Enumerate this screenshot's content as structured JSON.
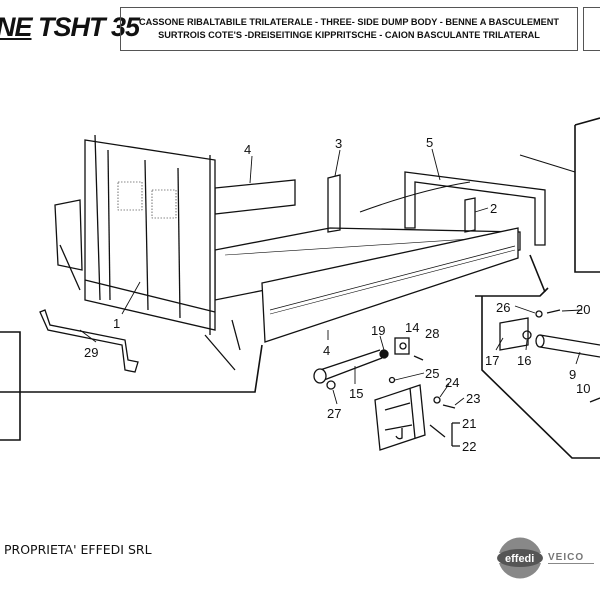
{
  "header": {
    "brand_prefix": "NE",
    "brand_model": "TSHT 35",
    "title_line1": "CASSONE RIBALTABILE TRILATERALE - THREE- SIDE DUMP BODY - BENNE A BASCULEMENT",
    "title_line2": "SURTROIS COTE'S -DREISEITINGE KIPPRITSCHE - CAION BASCULANTE TRILATERAL"
  },
  "footer": {
    "owner": "PROPRIETA' EFFEDI SRL",
    "logo_text": "effedi",
    "company_partial": "VEICO"
  },
  "callouts": [
    "4",
    "3",
    "5",
    "2",
    "1",
    "29",
    "4",
    "19",
    "14",
    "28",
    "15",
    "27",
    "25",
    "24",
    "23",
    "21",
    "22",
    "26",
    "20",
    "17",
    "16",
    "9",
    "10"
  ]
}
